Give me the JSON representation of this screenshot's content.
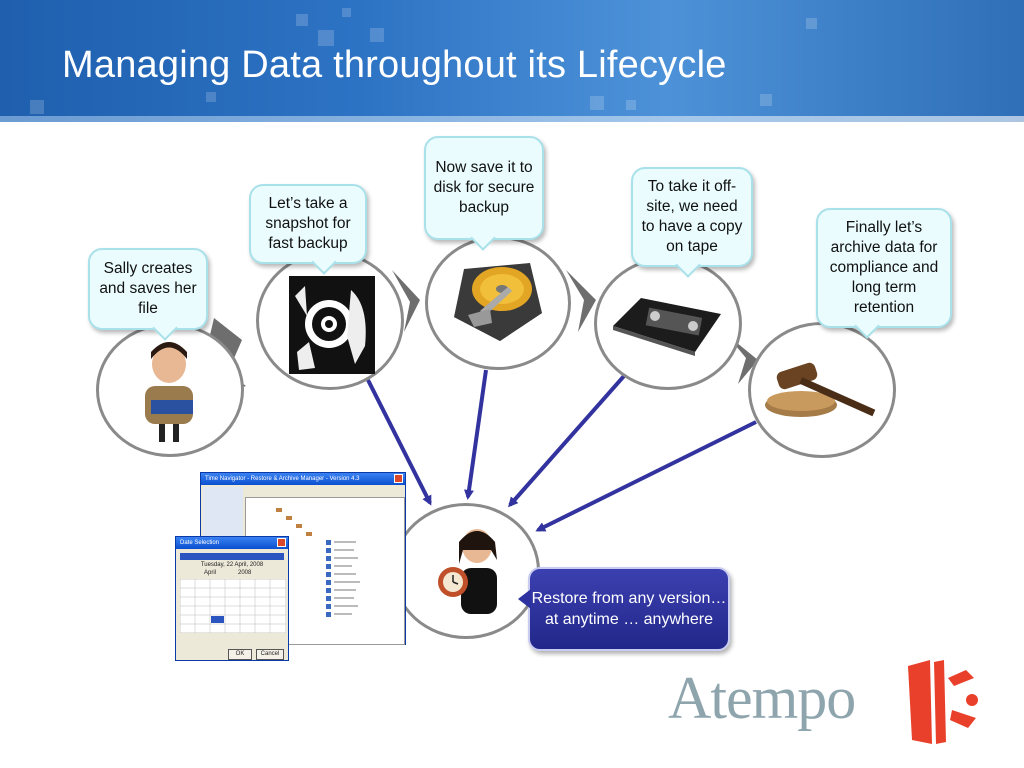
{
  "slide": {
    "title": "Managing Data throughout its Lifecycle"
  },
  "bubbles": {
    "sally": "Sally creates and saves her file",
    "snapshot": "Let’s take a snapshot for fast backup",
    "disk": "Now save  it to disk for secure backup",
    "tape": "To take it off-site, we need to have a copy on tape",
    "archive": "Finally let’s archive data for compliance and long term retention"
  },
  "restore": {
    "text": "Restore from any version… at anytime … anywhere"
  },
  "logo": {
    "text": "Atempo",
    "color": "#8fa5ad",
    "accent": "#e8402a"
  },
  "colors": {
    "arrow_blue": "#3333a0",
    "arrow_gray": "#6e6e6e",
    "bubble_fill": "#eafcfd",
    "bubble_border": "#a9e1ea"
  },
  "icons": {
    "sally": "woman-with-laptop-icon",
    "snapshot": "camera-photographer-icon",
    "disk": "hard-disk-icon",
    "tape": "video-tape-cassette-icon",
    "archive": "gavel-icon",
    "restore": "woman-with-clock-icon"
  },
  "screens": {
    "main_window_title": "Time Navigator - Restore & Archive Manager - Version 4.3",
    "date_dialog_title": "Date Selection",
    "date_dialog_date": "Tuesday, 22 April, 2008",
    "date_dialog_month": "April",
    "date_dialog_year": "2008",
    "ok": "OK",
    "cancel": "Cancel"
  }
}
